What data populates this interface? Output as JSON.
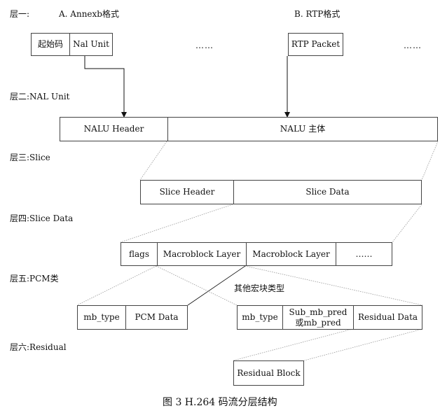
{
  "layers": {
    "l1": "层一:",
    "l2": "层二:NAL Unit",
    "l3": "层三:Slice",
    "l4": "层四:Slice Data",
    "l5": "层五:PCM类",
    "l6": "层六:Residual"
  },
  "formats": {
    "annexb": "A. Annexb格式",
    "rtp": "B. RTP格式"
  },
  "row1": {
    "start_code": "起始码",
    "nal_unit": "Nal Unit",
    "rtp_packet": "RTP Packet",
    "ellipsis": "……"
  },
  "row2": {
    "nalu_header": "NALU Header",
    "nalu_body": "NALU 主体"
  },
  "row3": {
    "slice_header": "Slice Header",
    "slice_data": "Slice Data"
  },
  "row4": {
    "flags": "flags",
    "mb_layer_1": "Macroblock Layer",
    "mb_layer_2": "Macroblock Layer",
    "ellipsis": "……"
  },
  "row5": {
    "other_mb_types": "其他宏块类型",
    "pcm_mb_type": "mb_type",
    "pcm_data": "PCM Data",
    "mb_type": "mb_type",
    "sub_mb_pred_1": "Sub_mb_pred",
    "sub_mb_pred_2": "或mb_pred",
    "residual_data": "Residual Data"
  },
  "row6": {
    "residual_block": "Residual Block"
  },
  "caption": "图 3 H.264 码流分层结构"
}
